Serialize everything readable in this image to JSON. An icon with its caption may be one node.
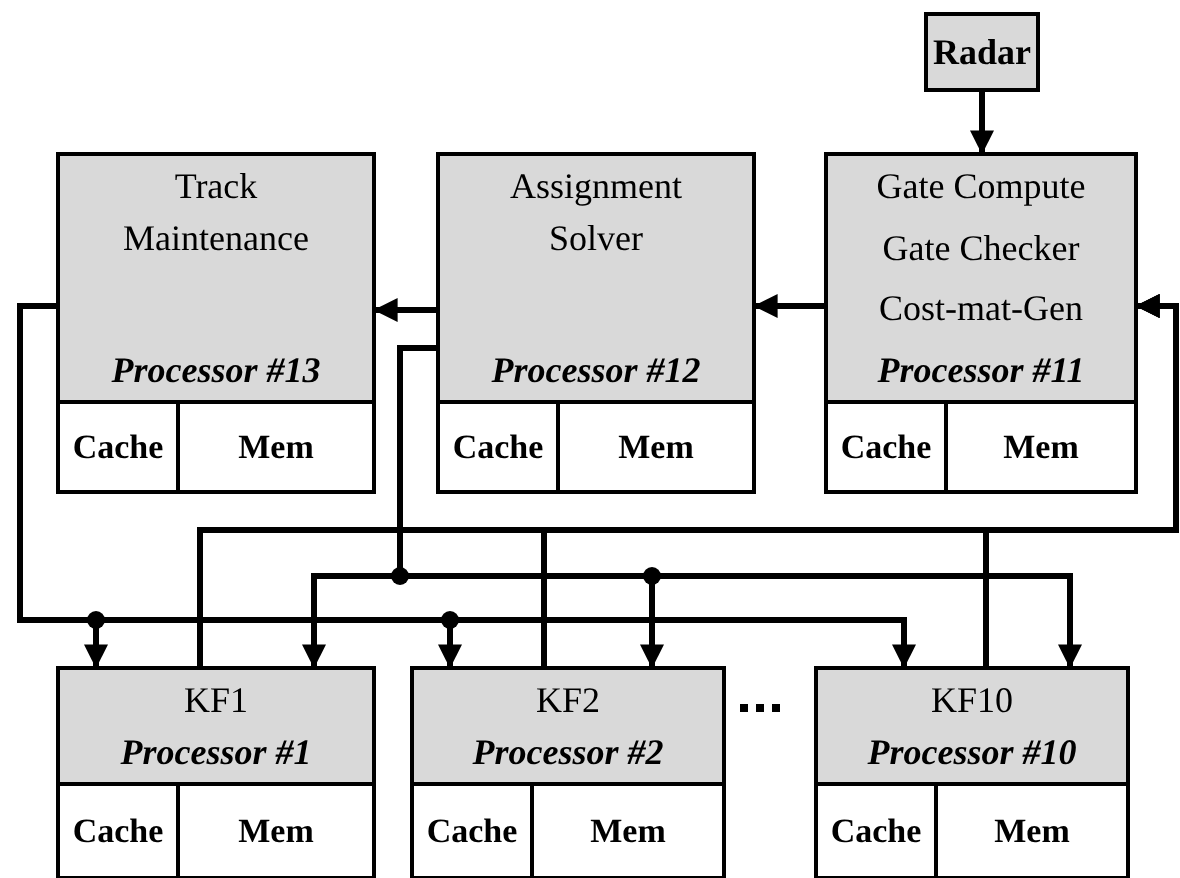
{
  "diagram": {
    "nodes": [
      {
        "text": [
          "Radar"
        ]
      },
      {
        "text": [
          "Track Maintenance",
          "Processor #13"
        ]
      },
      {
        "text": [
          "Cache"
        ],
        "in": 1
      },
      {
        "text": [
          "Mem"
        ],
        "in": 1
      },
      {
        "text": [
          "Assignment Solver",
          "Processor #12"
        ]
      },
      {
        "text": [
          "Cache"
        ],
        "in": 4
      },
      {
        "text": [
          "Mem"
        ],
        "in": 4
      },
      {
        "text": [
          "Gate Compute",
          "Gate Checker",
          "Cost-mat-Gen",
          "Processor #11"
        ]
      },
      {
        "text": [
          "Cache"
        ],
        "in": 7
      },
      {
        "text": [
          "Mem"
        ],
        "in": 7
      },
      {
        "text": [
          "KF1",
          "Processor #1"
        ]
      },
      {
        "text": [
          "Cache"
        ],
        "in": 10
      },
      {
        "text": [
          "Mem"
        ],
        "in": 10
      },
      {
        "text": [
          "KF2",
          "Processor #2"
        ]
      },
      {
        "text": [
          "Cache"
        ],
        "in": 13
      },
      {
        "text": [
          "Mem"
        ],
        "in": 13
      },
      {
        "text": [
          "KF10",
          "Processor #10"
        ]
      },
      {
        "text": [
          "Cache"
        ],
        "in": 16
      },
      {
        "text": [
          "Mem"
        ],
        "in": 16
      }
    ],
    "edges": [
      {
        "from": 0,
        "to": 7,
        "arrow": "to"
      },
      {
        "from": 7,
        "to": 4,
        "arrow": "to"
      },
      {
        "from": 4,
        "to": 1,
        "arrow": "to"
      },
      {
        "from": 1,
        "to": 10,
        "arrow": "to"
      },
      {
        "from": 1,
        "to": 13,
        "arrow": "to"
      },
      {
        "from": 1,
        "to": 16,
        "arrow": "to"
      },
      {
        "from": 4,
        "to": 10,
        "arrow": "to"
      },
      {
        "from": 4,
        "to": 13,
        "arrow": "to"
      },
      {
        "from": 4,
        "to": 16,
        "arrow": "to"
      },
      {
        "from": 10,
        "to": 7,
        "arrow": "to"
      },
      {
        "from": 13,
        "to": 7,
        "arrow": "to"
      },
      {
        "from": 16,
        "to": 7,
        "arrow": "to"
      }
    ]
  }
}
